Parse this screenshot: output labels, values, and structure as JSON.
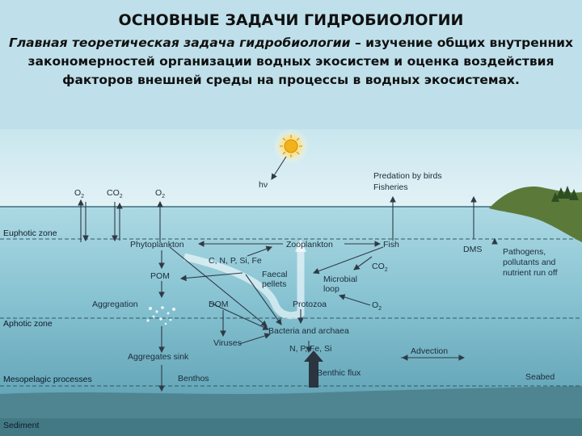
{
  "slide": {
    "title": "ОСНОВНЫЕ ЗАДАЧИ ГИДРОБИОЛОГИИ",
    "subtitle_italic": "Главная теоретическая задача гидробиологии",
    "subtitle_rest": " – изучение общих внутренних закономерностей организации водных экосистем и оценка воздействия факторов внешней среды на процессы в водных экосистемах."
  },
  "diagram": {
    "gases": {
      "o2_left": "O",
      "o2_left_sub": "2",
      "co2": "CO",
      "co2_sub": "2",
      "o2_right": "O",
      "o2_right_sub": "2"
    },
    "hv": "hν",
    "predation": "Predation by birds",
    "fisheries": "Fisheries",
    "zones": {
      "euphotic": "Euphotic zone",
      "aphotic": "Aphotic zone",
      "mesopelagic": "Mesopelagic processes",
      "sediment": "Sediment"
    },
    "nodes": {
      "phytoplankton": "Phytoplankton",
      "zooplankton": "Zooplankton",
      "fish": "Fish",
      "dms": "DMS",
      "nutrients": "C, N, P, Si, Fe",
      "pom": "POM",
      "faecal_1": "Faecal",
      "faecal_2": "pellets",
      "microbial_1": "Microbial",
      "microbial_2": "loop",
      "co2_right": "CO",
      "co2_right_sub": "2",
      "aggregation": "Aggregation",
      "dom": "DOM",
      "protozoa": "Protozoa",
      "o2_low": "O",
      "o2_low_sub": "2",
      "bacteria": "Bacteria and archaea",
      "viruses": "Viruses",
      "npfesi": "N, P, Fe, Si",
      "advection": "Advection",
      "aggregates_sink": "Aggregates sink",
      "benthos": "Benthos",
      "benthic_flux": "Benthic flux",
      "seabed": "Seabed",
      "pathogens_1": "Pathogens,",
      "pathogens_2": "pollutants and",
      "pathogens_3": "nutrient run off"
    }
  },
  "colors": {
    "sky": "#d7eef3",
    "water_top": "#a6d6e0",
    "water_bottom": "#5fa8ba",
    "sediment": "#5c8f9a",
    "arrow": "#3a4450",
    "sun": "#f3b21c",
    "land": "#5b7a3a"
  }
}
